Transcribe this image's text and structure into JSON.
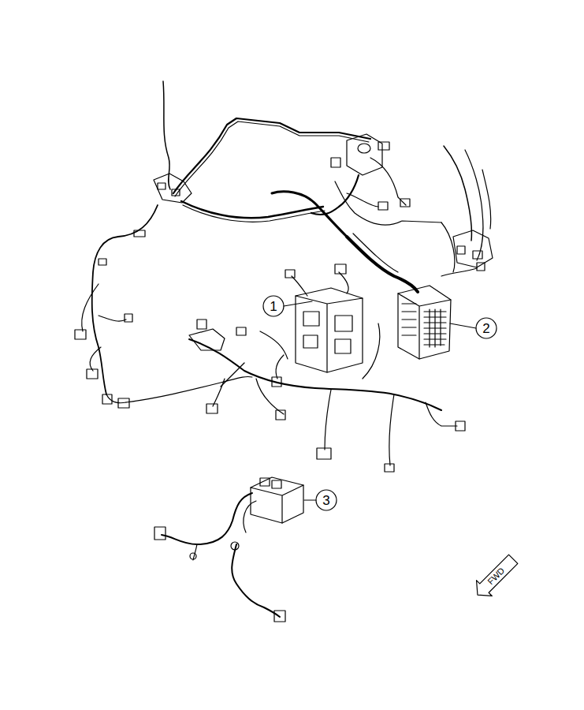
{
  "diagram": {
    "labels": [
      "1",
      "2",
      "3",
      "FWD"
    ]
  }
}
